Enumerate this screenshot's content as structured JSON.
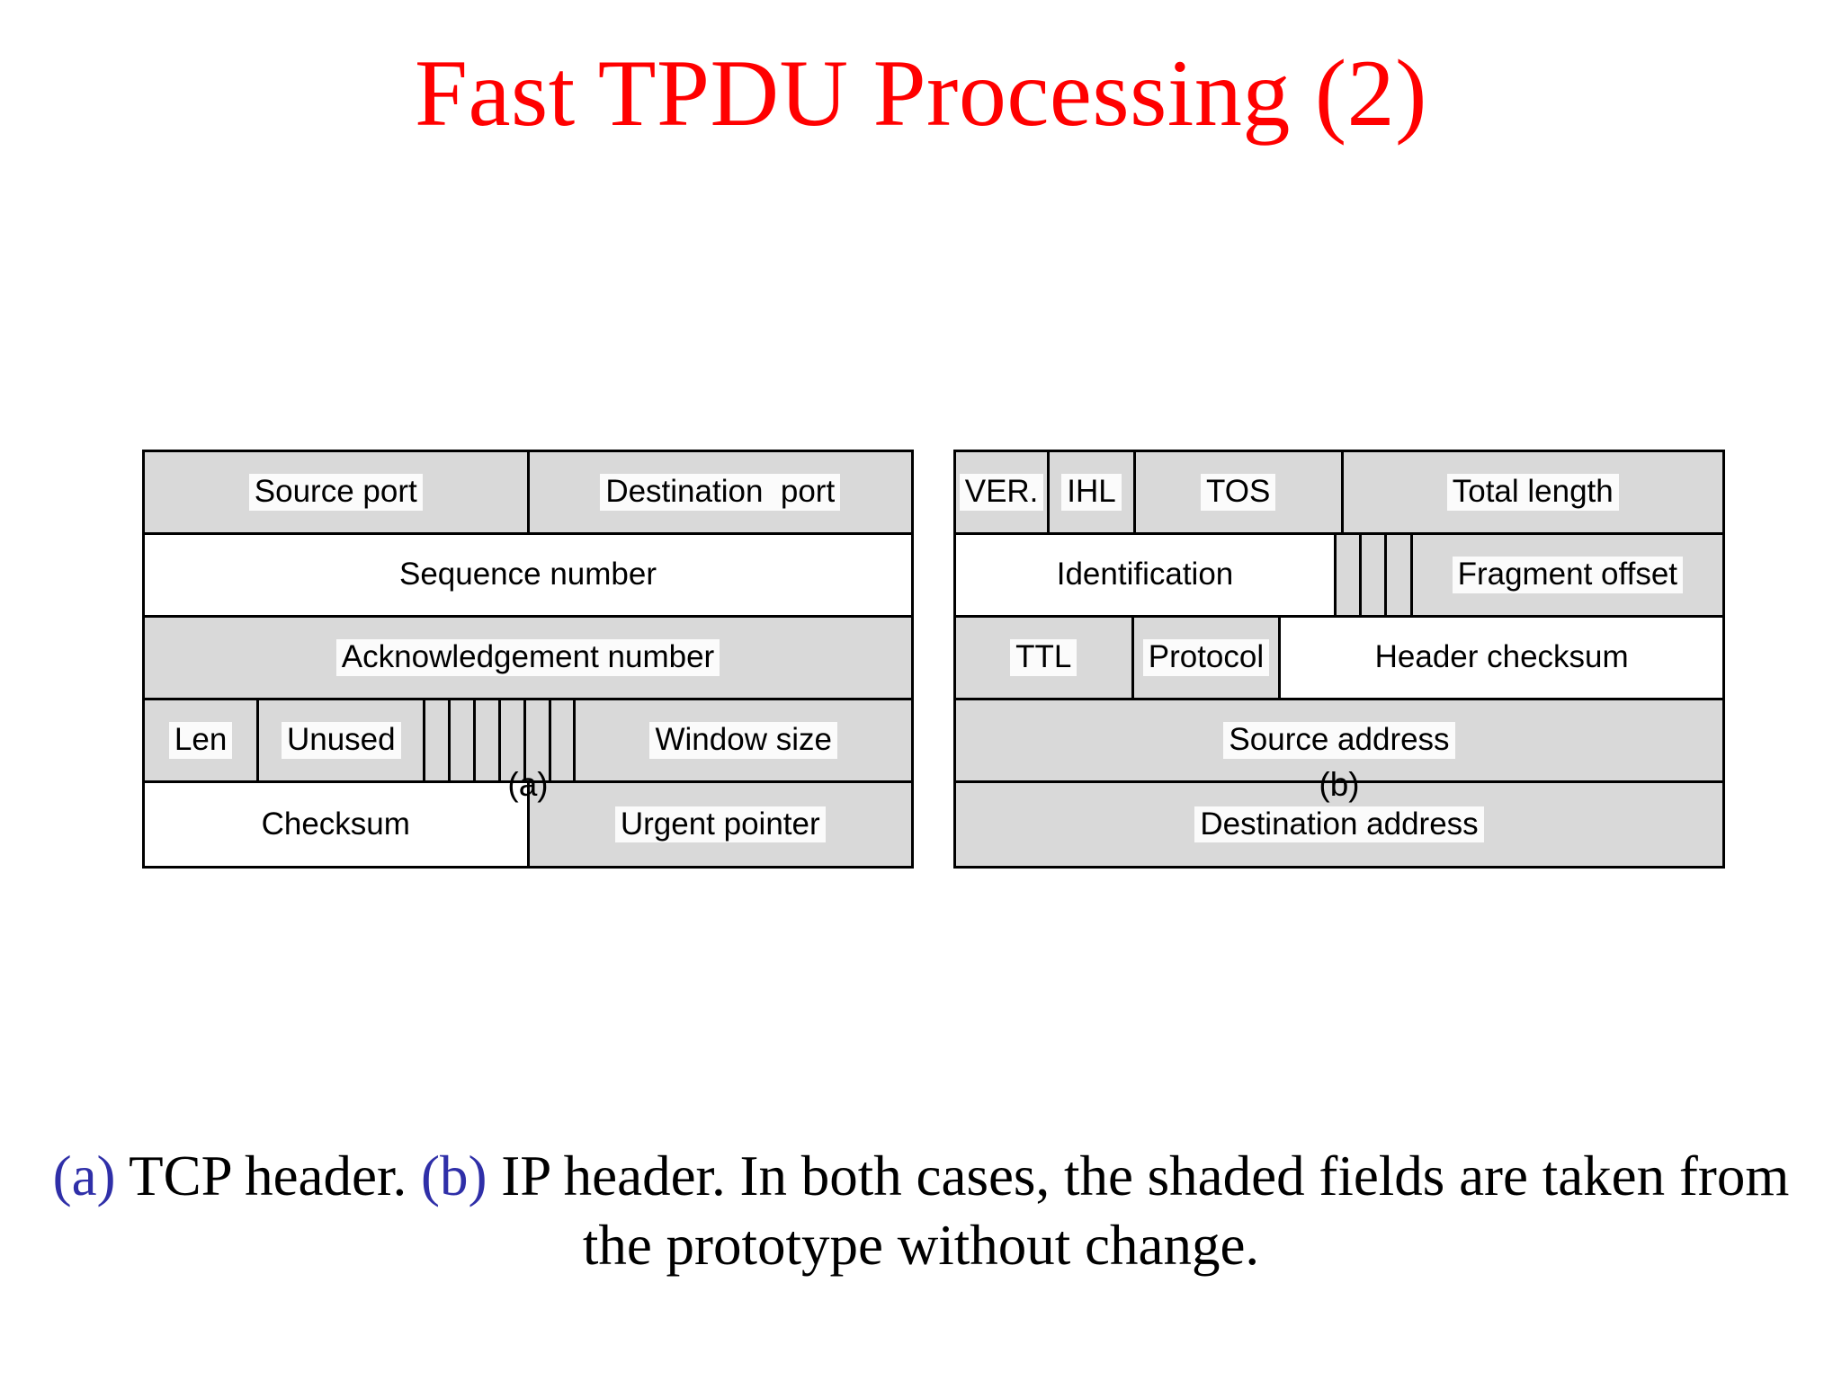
{
  "slide": {
    "title": "Fast TPDU Processing (2)",
    "title_color": "#ff0000"
  },
  "figures": [
    {
      "id": "tcp-header",
      "caption": "(a)",
      "rows": [
        {
          "cells": [
            {
              "label": "Source port",
              "shaded": true,
              "flex": 50
            },
            {
              "label": "Destination  port",
              "shaded": true,
              "flex": 50
            }
          ]
        },
        {
          "cells": [
            {
              "label": "Sequence number",
              "shaded": false,
              "flex": 100
            }
          ]
        },
        {
          "cells": [
            {
              "label": "Acknowledgement number",
              "shaded": true,
              "flex": 100
            }
          ]
        },
        {
          "cells": [
            {
              "label": "Len",
              "shaded": true,
              "flex": 15
            },
            {
              "label": "Unused",
              "shaded": true,
              "flex": 22
            },
            {
              "label": "",
              "shaded": true,
              "flex": 3,
              "flagbit": true
            },
            {
              "label": "",
              "shaded": true,
              "flex": 3,
              "flagbit": true
            },
            {
              "label": "",
              "shaded": true,
              "flex": 3,
              "flagbit": true
            },
            {
              "label": "",
              "shaded": true,
              "flex": 3,
              "flagbit": true
            },
            {
              "label": "",
              "shaded": true,
              "flex": 3,
              "flagbit": true
            },
            {
              "label": "",
              "shaded": true,
              "flex": 3,
              "flagbit": true
            },
            {
              "label": "Window size",
              "shaded": true,
              "flex": 45
            }
          ]
        },
        {
          "cells": [
            {
              "label": "Checksum",
              "shaded": false,
              "flex": 50
            },
            {
              "label": "Urgent pointer",
              "shaded": true,
              "flex": 50
            }
          ]
        }
      ]
    },
    {
      "id": "ip-header",
      "caption": "(b)",
      "rows": [
        {
          "cells": [
            {
              "label": "VER.",
              "shaded": true,
              "flex": 12
            },
            {
              "label": "IHL",
              "shaded": true,
              "flex": 11
            },
            {
              "label": "TOS",
              "shaded": true,
              "flex": 27
            },
            {
              "label": "Total length",
              "shaded": true,
              "flex": 50
            }
          ]
        },
        {
          "cells": [
            {
              "label": "Identification",
              "shaded": false,
              "flex": 50
            },
            {
              "label": "",
              "shaded": true,
              "flex": 3,
              "flagbit": true
            },
            {
              "label": "",
              "shaded": true,
              "flex": 3,
              "flagbit": true
            },
            {
              "label": "",
              "shaded": true,
              "flex": 3,
              "flagbit": true
            },
            {
              "label": "Fragment offset",
              "shaded": true,
              "flex": 41
            }
          ]
        },
        {
          "cells": [
            {
              "label": "TTL",
              "shaded": true,
              "flex": 23
            },
            {
              "label": "Protocol",
              "shaded": true,
              "flex": 19
            },
            {
              "label": "Header checksum",
              "shaded": false,
              "flex": 58
            }
          ]
        },
        {
          "cells": [
            {
              "label": "Source address",
              "shaded": true,
              "flex": 100
            }
          ]
        },
        {
          "cells": [
            {
              "label": "Destination address",
              "shaded": true,
              "flex": 100
            }
          ]
        }
      ]
    }
  ],
  "bottom_caption": {
    "marker_a": "(a)",
    "text_a": " TCP header.  ",
    "marker_b": "(b)",
    "text_b": " IP header. In both cases, the shaded fields are taken from the prototype without change.",
    "marker_color": "#2f2fa8"
  }
}
